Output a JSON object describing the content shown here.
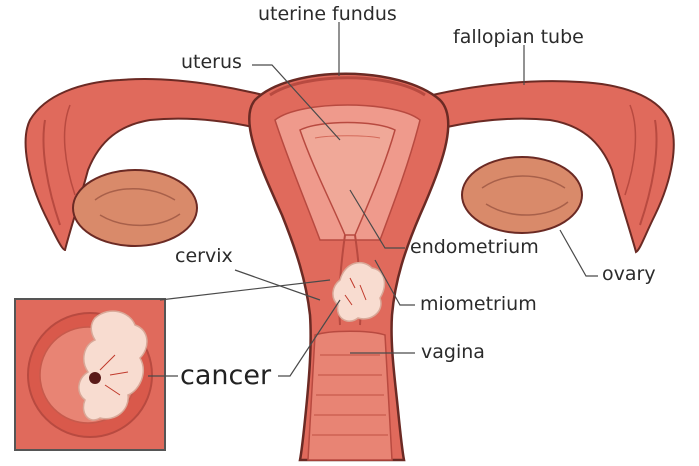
{
  "labels": {
    "uterine_fundus": "uterine fundus",
    "uterus": "uterus",
    "fallopian_tube": "fallopian tube",
    "endometrium": "endometrium",
    "cervix": "cervix",
    "ovary": "ovary",
    "miometrium": "miometrium",
    "vagina": "vagina",
    "cancer": "cancer"
  },
  "colors": {
    "tissue": "#e06a5c",
    "tissue_dark": "#b84a40",
    "tissue_light": "#ef9a8c",
    "inner": "#f0a898",
    "ovary": "#d98a6a",
    "tumor": "#f8dcd0",
    "outline": "#6b2a24",
    "leader": "#4a4a4a"
  }
}
